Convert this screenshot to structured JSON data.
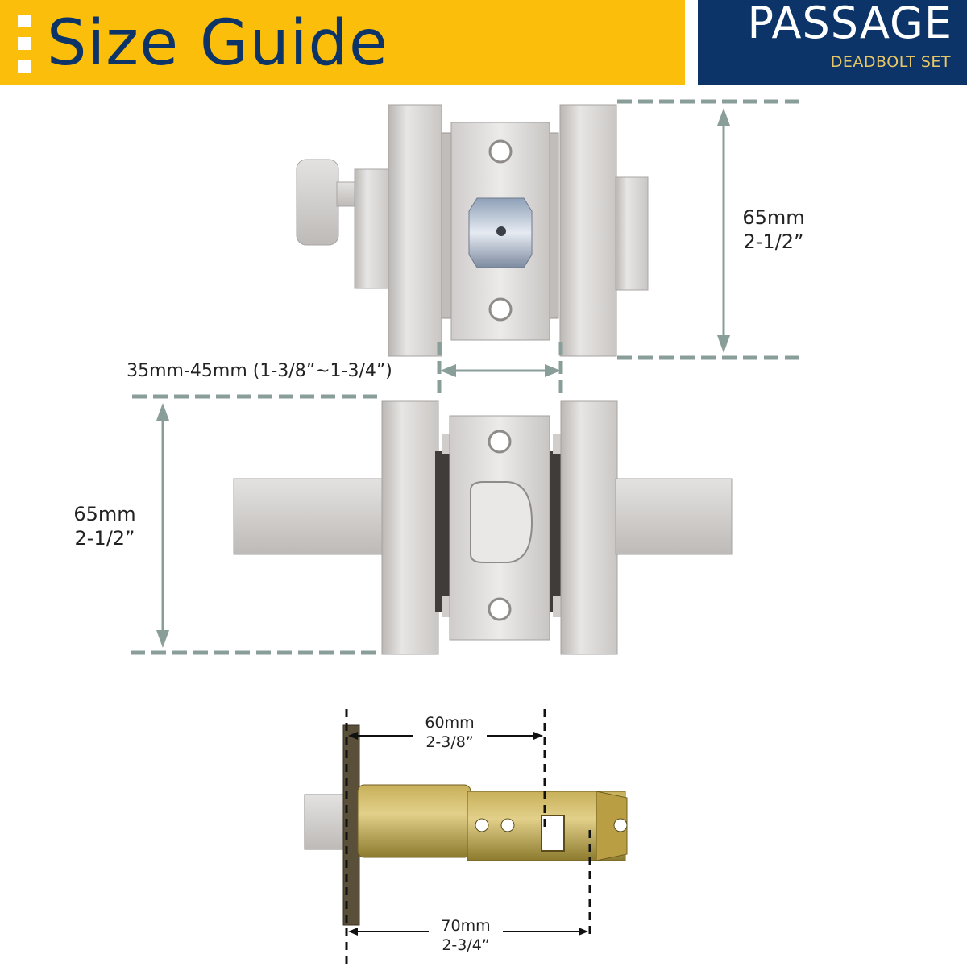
{
  "banner": {
    "title": "Size Guide",
    "product_type": "PASSAGE",
    "product_subtitle": "DEADBOLT SET"
  },
  "dimensions": {
    "top_height_mm": "65mm",
    "top_height_in": "2-1/2”",
    "door_thickness": "35mm-45mm (1-3/8”~1-3/4”)",
    "lever_height_mm": "65mm",
    "lever_height_in": "2-1/2”",
    "backset_short_mm": "60mm",
    "backset_short_in": "2-3/8”",
    "backset_long_mm": "70mm",
    "backset_long_in": "2-3/4”"
  },
  "colors": {
    "banner_yellow": "#fbbe0a",
    "banner_navy": "#0c3468",
    "dimension_line": "#8a9e99",
    "metal": "#d7d4d2",
    "brass": "#b59a3c"
  }
}
